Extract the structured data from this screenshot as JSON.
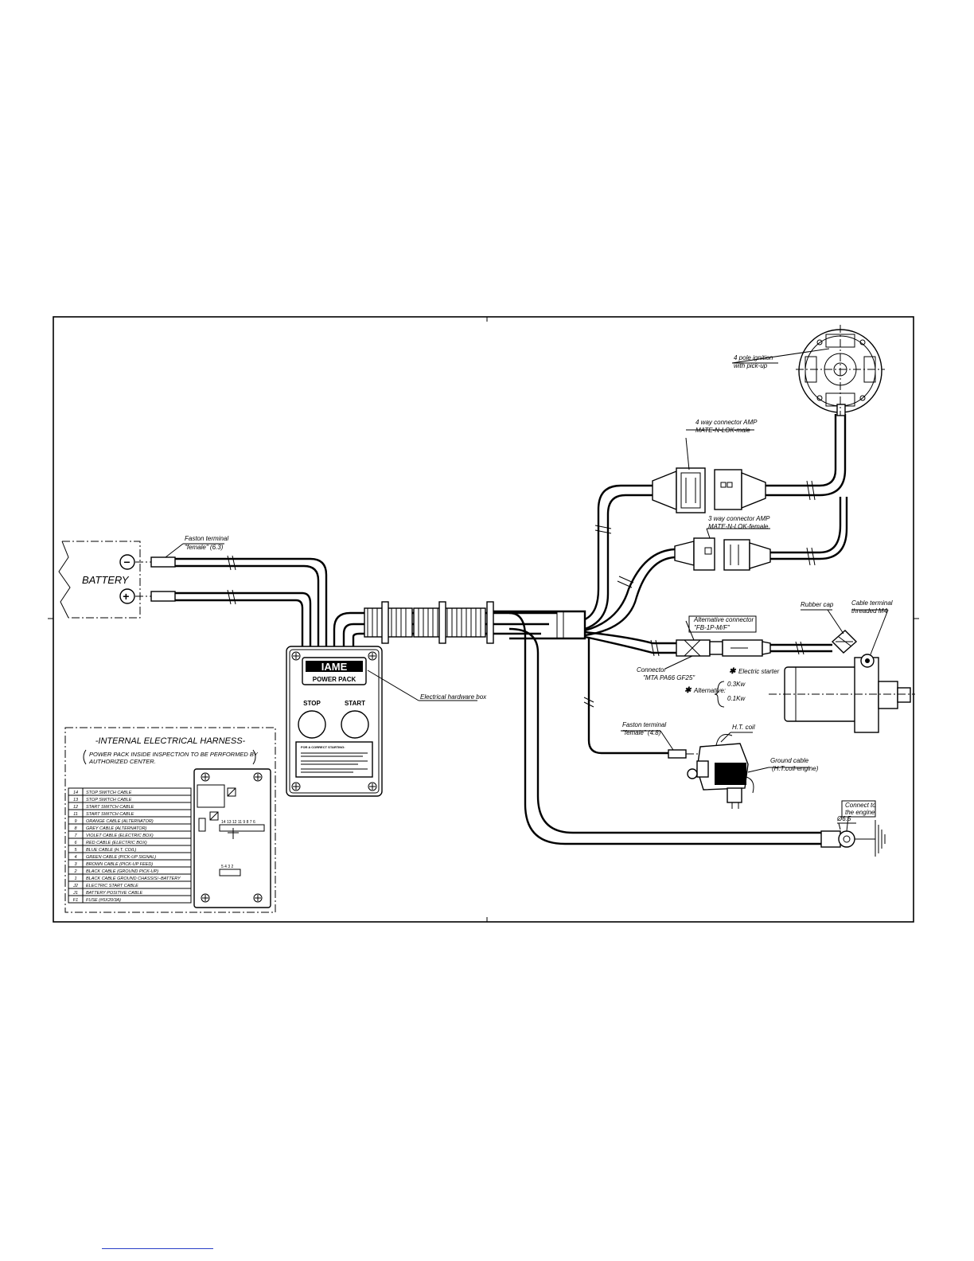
{
  "battery": {
    "label": "BATTERY",
    "neg_symbol": "−",
    "pos_symbol": "+",
    "faston_note_1": "Faston terminal",
    "faston_note_2": "\"female\" (6.3)"
  },
  "power_pack": {
    "brand": "IAME",
    "name": "POWER PACK",
    "stop_label": "STOP",
    "start_label": "START",
    "plate_heading": "FOR A CORRECT STARTING:",
    "callout": "Electrical hardware box"
  },
  "harness_box": {
    "title": "-INTERNAL ELECTRICAL HARNESS-",
    "note_1": "POWER PACK INSIDE INSPECTION TO BE PERFORMED BY",
    "note_2": "AUTHORIZED CENTER.",
    "rows": [
      {
        "num": "14",
        "desc": "STOP SWITCH CABLE"
      },
      {
        "num": "13",
        "desc": "STOP SWITCH CABLE"
      },
      {
        "num": "12",
        "desc": "START SWITCH CABLE"
      },
      {
        "num": "11",
        "desc": "START SWITCH CABLE"
      },
      {
        "num": "9",
        "desc": "ORANGE CABLE  (ALTERNATOR)"
      },
      {
        "num": "8",
        "desc": "GREY CABLE    (ALTERNATOR)"
      },
      {
        "num": "7",
        "desc": "VIOLET CABLE   (ELECTRIC BOX)"
      },
      {
        "num": "6",
        "desc": "RED CABLE      (ELECTRIC BOX)"
      },
      {
        "num": "5",
        "desc": "BLUE CABLE     (H.T. COIL)"
      },
      {
        "num": "4",
        "desc": "GREEN CABLE   (PICK-UP SIGNAL)"
      },
      {
        "num": "3",
        "desc": "BROWN CABLE  (PICK-UP FEED)"
      },
      {
        "num": "2",
        "desc": "BLACK CABLE   (GROUND PICK-UP)"
      },
      {
        "num": "1",
        "desc": "BLACK CABLE GROUND CHASSIS/−BATTERY"
      },
      {
        "num": "J2",
        "desc": "ELECTRIC START CABLE"
      },
      {
        "num": "J1",
        "desc": "BATTERY POSITIVE CABLE"
      },
      {
        "num": "F1",
        "desc": "FUSE     (#5X20/3A)"
      }
    ],
    "terminals_top": "14 13 12 11 9 8 7 6",
    "terminals_bottom": "5 4 3 2"
  },
  "labels": {
    "ignition_1": "4 pole ignition",
    "ignition_2": "with pick-up",
    "conn4_1": "4 way connector AMP",
    "conn4_2": "MATE-N-LOK-male",
    "conn3_1": "3 way connector AMP",
    "conn3_2": "MATE-N-LOK-female",
    "alt_conn_1": "Alternative connector",
    "alt_conn_2": "\"FB-1P-M/F\"",
    "connector_1": "Connector",
    "connector_2": "\"MTA PA66 GF25\"",
    "electric_starter": "Electric starter",
    "alternative": "Alternative:",
    "kw1": "0.3Kw",
    "kw2": "0.1Kw",
    "rubber_cap": "Rubber cap",
    "cable_term_1": "Cable terminal",
    "cable_term_2": "threaded M4",
    "faston2_1": "Faston terminal",
    "faston2_2": "\"female\" (4.8)",
    "ht_coil": "H.T. coil",
    "ground_1": "Ground cable",
    "ground_2": "(H.T.coil-engine)",
    "engine_1": "Connect to",
    "engine_2": "the engine",
    "ground_dim": "Ø6.5"
  }
}
